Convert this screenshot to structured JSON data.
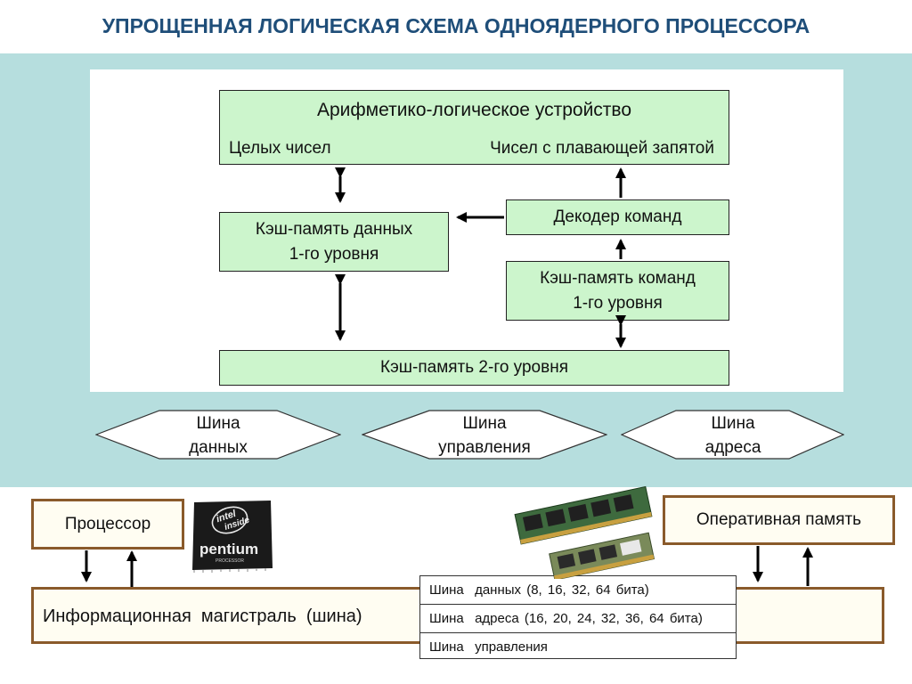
{
  "title": "УПРОЩЕННАЯ ЛОГИЧЕСКАЯ СХЕМА ОДНОЯДЕРНОГО ПРОЦЕССОРА",
  "alu": {
    "label": "Арифметико-логическое устройство",
    "int_label": "Целых чисел",
    "float_label": "Чисел с плавающей запятой"
  },
  "data_cache": {
    "line1": "Кэш-память данных",
    "line2": "1-го уровня"
  },
  "decoder": {
    "label": "Декодер команд"
  },
  "instr_cache": {
    "line1": "Кэш-память команд",
    "line2": "1-го уровня"
  },
  "l2_cache": {
    "label": "Кэш-память 2-го уровня"
  },
  "buses": [
    {
      "line1": "Шина",
      "line2": "данных"
    },
    {
      "line1": "Шина",
      "line2": "управления"
    },
    {
      "line1": "Шина",
      "line2": "адреса"
    }
  ],
  "bottom": {
    "processor_label": "Процессор",
    "ram_label": "Оперативная память",
    "highway_label": "Информационная  магистраль  (шина)",
    "bus_rows": [
      "Шина  данных (8, 16, 32, 64 бита)",
      "Шина  адреса (16, 20, 24, 32, 36, 64 бита)",
      "Шина  управления"
    ],
    "chip_logo": {
      "line1": "intel",
      "line2": "inside",
      "brand": "pentium",
      "sub": "PROCESSOR"
    }
  },
  "colors": {
    "title": "#1f4e79",
    "band": "#b6dede",
    "box_fill": "#ccf5cc",
    "bottom_border": "#8a5a2b"
  }
}
